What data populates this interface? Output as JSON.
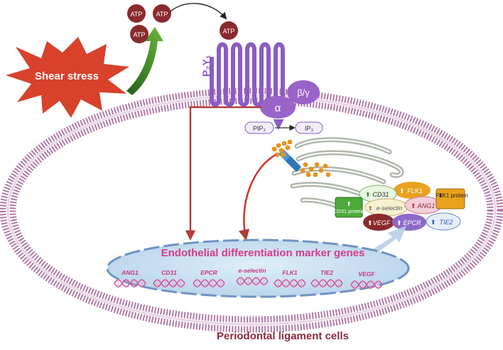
{
  "atp": {
    "out1": "ATP",
    "out2": "ATP",
    "out3": "ATP",
    "bound": "ATP"
  },
  "receptor": {
    "name": "P₂Y₁",
    "alpha": "α",
    "beta_gamma": "β/γ"
  },
  "shear": "Shear stress",
  "signaling": {
    "pip2": "PIP₂",
    "ip3": "IP₃"
  },
  "markers": {
    "cd31": "CD31",
    "flk1": "FLK1",
    "cd31_protein": "CD31 protein",
    "e_selectin": "e-selectin",
    "ang1": "ANG1",
    "flk1_protein": "FLK1 protein",
    "vegf": "VEGF",
    "epcr": "EPCR",
    "tie2": "TIE2"
  },
  "nucleus": {
    "title": "Endothelial differentiation marker genes",
    "genes": [
      "ANG1",
      "CD31",
      "EPCR",
      "e-selectin",
      "FLK1",
      "TIE2",
      "VEGF"
    ]
  },
  "cell_label": "Periodontal ligament cells",
  "colors": {
    "membrane": "#a46aa0",
    "receptor": "#8c5bc4",
    "atp": "#8b2a2e",
    "arrow_red": "#b33a3a",
    "nucleus": "#c9dff0",
    "nucleus_title": "#d63b8a",
    "cell_label": "#8b2a3a",
    "shear": "#d13a2a",
    "dna": "#d45aa0",
    "er": "#b9c0b5",
    "calcium": "#e8931c"
  }
}
